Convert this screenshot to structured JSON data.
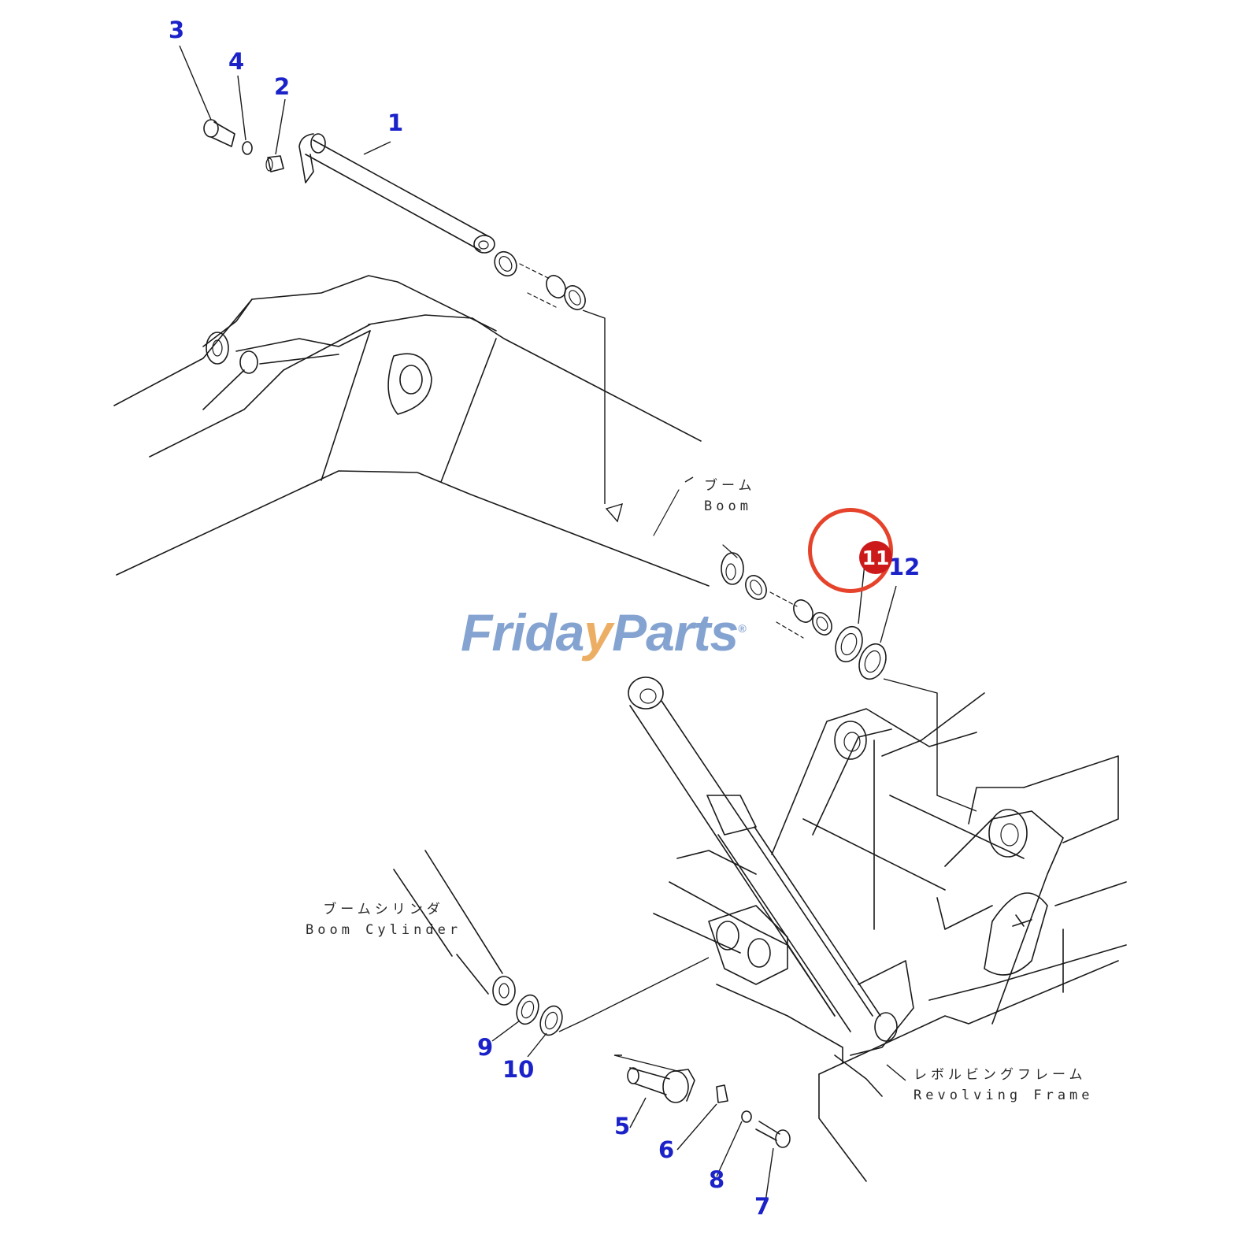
{
  "diagram": {
    "labels": {
      "boom": [
        "ブーム",
        "Boom"
      ],
      "boom_cylinder": [
        "ブームシリンダ",
        "Boom Cylinder"
      ],
      "revolving_frame": [
        "レボルビングフレーム",
        "Revolving Frame"
      ]
    },
    "callouts": [
      "1",
      "2",
      "3",
      "4",
      "5",
      "6",
      "7",
      "8",
      "9",
      "10",
      "11",
      "12"
    ],
    "highlighted_callout": "11",
    "highlight_color": "#e5432b",
    "callout_color": "#1a22c8",
    "watermark": {
      "part1": "Frida",
      "part2": "y",
      "part3": "Parts",
      "mark": "®",
      "color_main": "#6f93c9",
      "color_accent": "#e8a14a"
    }
  }
}
